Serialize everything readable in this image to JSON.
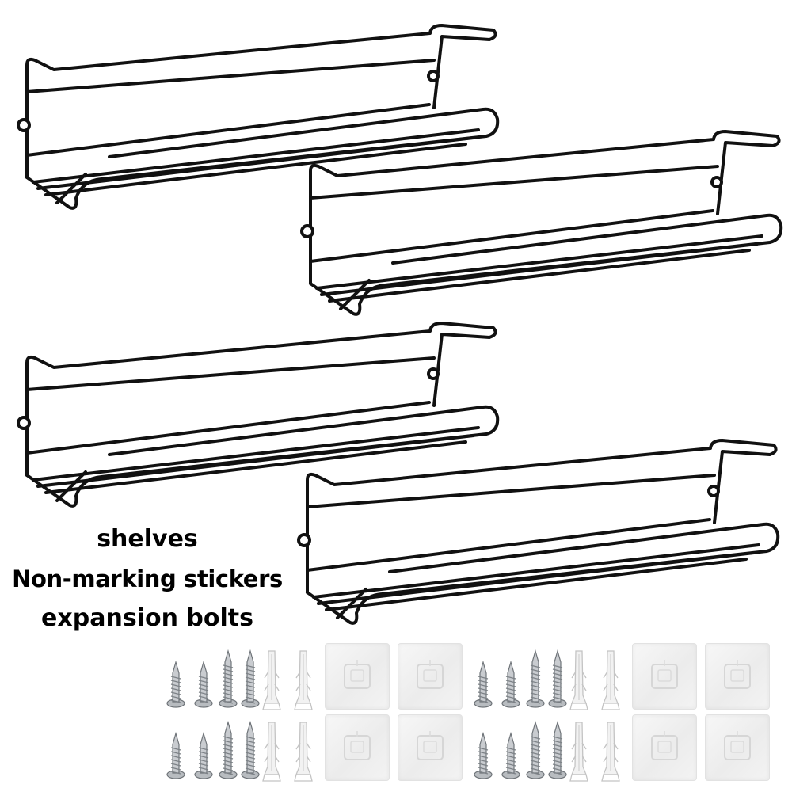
{
  "captions": {
    "shelves": "shelves",
    "stickers": "Non-marking stickers",
    "bolts": "expansion bolts"
  },
  "colors": {
    "background": "#ffffff",
    "rack_wire": "#111111",
    "caption_text": "#000000",
    "screw_metal": "#b8bcc0",
    "anchor_plastic": "#f2f2f2",
    "sticker_pad": "#eeeeee"
  },
  "hardware": {
    "racks": 4,
    "screws": 16,
    "anchors": 8,
    "sticker_pads": 8
  }
}
